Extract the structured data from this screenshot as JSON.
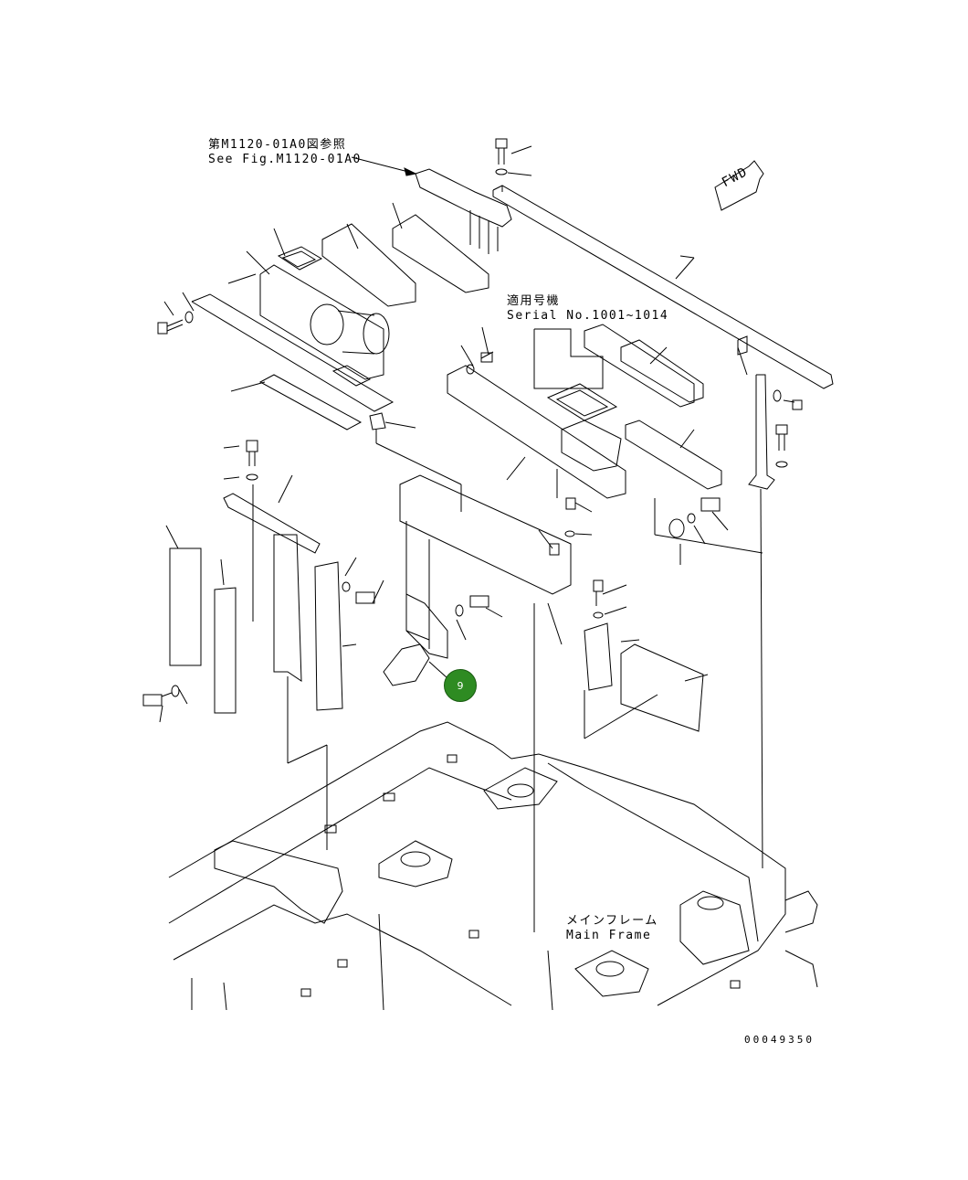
{
  "reference_note": {
    "jp": "第M1120-01A0図参照",
    "en": "See Fig.M1120-01A0"
  },
  "serial_note": {
    "jp": "適用号機",
    "en": "Serial No.1001~1014"
  },
  "main_frame_label": {
    "jp": "メインフレーム",
    "en": "Main Frame"
  },
  "fwd_marker": "FWD",
  "callout": {
    "number": "9",
    "color": "#2e8b22"
  },
  "drawing_number": "00049350"
}
